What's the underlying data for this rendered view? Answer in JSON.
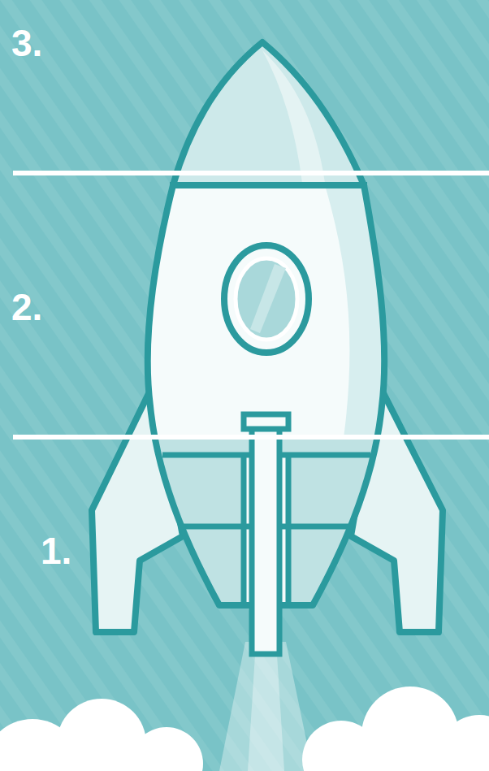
{
  "diagram": {
    "labels": [
      "3.",
      "2.",
      "1."
    ]
  }
}
